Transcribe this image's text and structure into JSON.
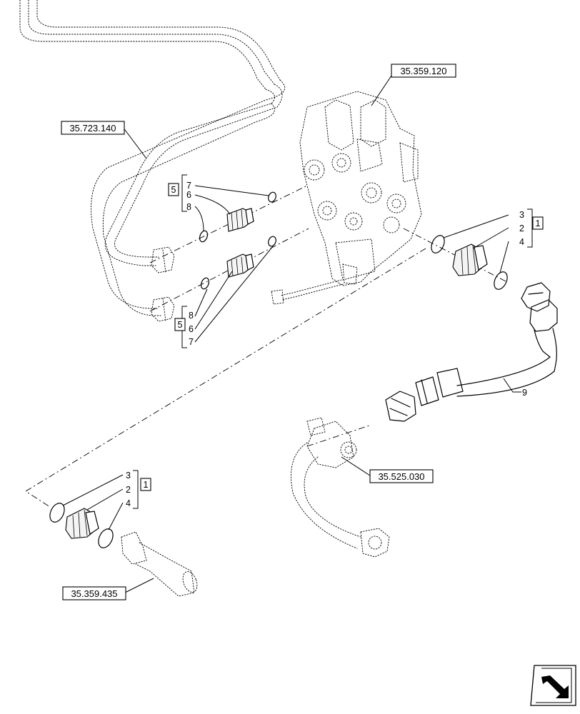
{
  "references": {
    "r1": "35.359.120",
    "r2": "35.723.140",
    "r3": "35.525.030",
    "r4": "35.359.435"
  },
  "groups": {
    "g5a": "5",
    "g5b": "5",
    "g1a": "1",
    "g1b": "1"
  },
  "items": {
    "n7a": "7",
    "n6a": "6",
    "n8a": "8",
    "n8b": "8",
    "n6b": "6",
    "n7b": "7",
    "n3a": "3",
    "n2a": "2",
    "n4a": "4",
    "n3b": "3",
    "n2b": "2",
    "n4b": "4",
    "n9": "9"
  }
}
